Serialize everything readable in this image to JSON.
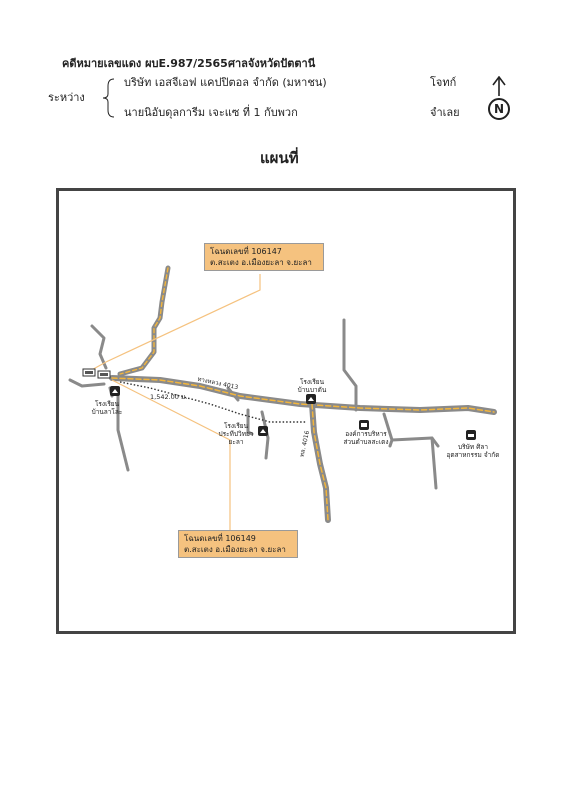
{
  "header": {
    "case_number": "คดีหมายเลขแดง ผบE.987/2565",
    "court": "ศาลจังหวัดปัตตานี",
    "between_label": "ระหว่าง",
    "party1": "บริษัท เอสจีเอฟ แคปปิตอล จำกัด (มหาชน)",
    "party1_role": "โจทก์",
    "party2": "นายนิอับดุลการีม เจะแซ ที่ 1 กับพวก",
    "party2_role": "จำเลย",
    "north_symbol": "N"
  },
  "title": "แผนที่",
  "map": {
    "callout_top": {
      "line1": "โฉนดเลขที่ 106147",
      "line2": "ต.สะเตง อ.เมืองยะลา จ.ยะลา"
    },
    "callout_bottom": {
      "line1": "โฉนดเลขที่ 106149",
      "line2": "ต.สะเตง อ.เมืองยะลา จ.ยะลา"
    },
    "distance": "1,542.00 ม.",
    "road_main": "ทางหลวง 4013",
    "road_branch": "ทล. 4016",
    "places": {
      "school_left_l1": "โรงเรียน",
      "school_left_l2": "บ้านลาโละ",
      "school_center_l1": "โรงเรียน",
      "school_center_l2": "ประทีปวิทยา",
      "school_center_l3": "ยะลา",
      "school_right_l1": "โรงเรียน",
      "school_right_l2": "บ้านบาตัน",
      "sao_l1": "องค์การบริหาร",
      "sao_l2": "ส่วนตำบลสะเตง",
      "company_l1": "บริษัท ศิลา",
      "company_l2": "อุตสาหกรรม จำกัด"
    }
  }
}
